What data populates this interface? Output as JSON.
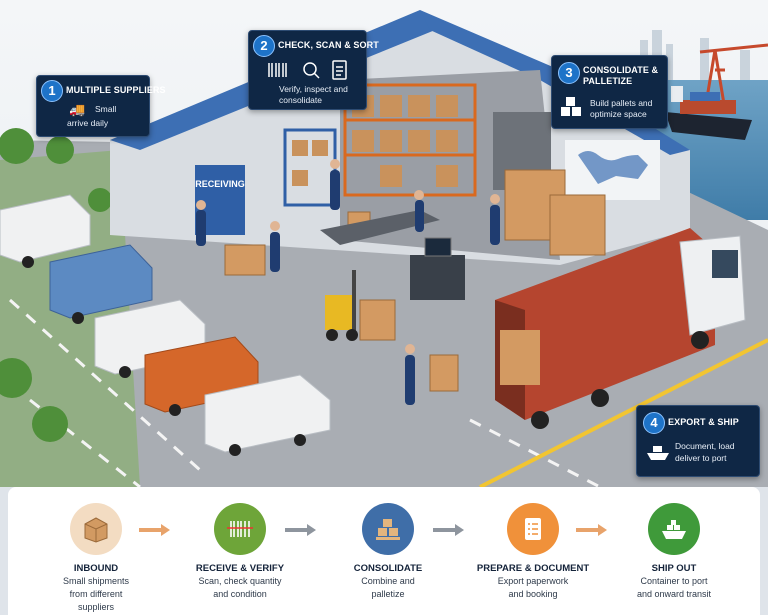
{
  "callouts": [
    {
      "num": "1",
      "title": "MULTIPLE SUPPLIERS",
      "lines": [
        "Small",
        "arrive daily"
      ]
    },
    {
      "num": "2",
      "title": "CHECK, SCAN & SORT",
      "lines": [
        "Verify, inspect and",
        "consolidate"
      ]
    },
    {
      "num": "3",
      "title": "CONSOLIDATE &",
      "title2": "PALLETIZE",
      "lines": [
        "Build pallets and",
        "optimize space"
      ]
    },
    {
      "num": "4",
      "title": "EXPORT & SHIP",
      "lines": [
        "Document, load",
        "deliver to port"
      ]
    }
  ],
  "sign": {
    "receiving": "RECEIVING"
  },
  "steps": [
    {
      "title": "INBOUND",
      "lines": [
        "Small shipments",
        "from different",
        "suppliers"
      ],
      "color": "#e9c9a4"
    },
    {
      "title": "RECEIVE & VERIFY",
      "lines": [
        "Scan, check quantity",
        "and condition"
      ],
      "color": "#6ea539"
    },
    {
      "title": "CONSOLIDATE",
      "lines": [
        "Combine and",
        "palletize"
      ],
      "color": "#3f6ea8"
    },
    {
      "title": "PREPARE & DOCUMENT",
      "lines": [
        "Export paperwork",
        "and booking"
      ],
      "color": "#f0913a"
    },
    {
      "title": "SHIP OUT",
      "lines": [
        "Container to port",
        "and onward transit"
      ],
      "color": "#3f9a3a"
    }
  ],
  "colors": {
    "navy": "#0f2745",
    "arrow": "#e8a36b",
    "arrow_gray": "#8e959e",
    "roof": "#3d6fb4",
    "container": "#b5452f"
  }
}
